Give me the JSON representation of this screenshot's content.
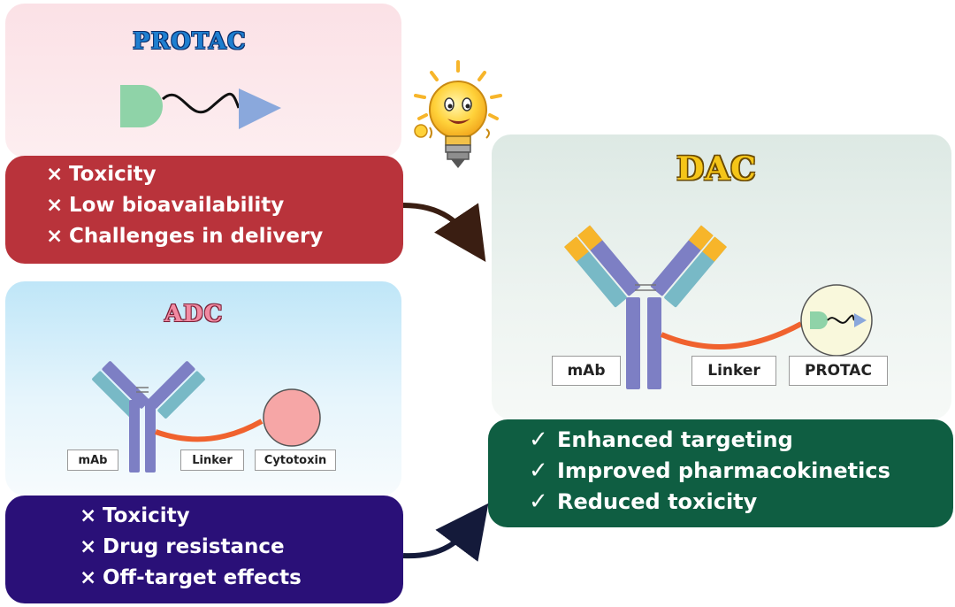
{
  "protac": {
    "title": "PROTAC",
    "cons": [
      {
        "mark": "×",
        "text": "Toxicity"
      },
      {
        "mark": "×",
        "text": "Low bioavailability"
      },
      {
        "mark": "×",
        "text": "Challenges in delivery"
      }
    ]
  },
  "adc": {
    "title": "ADC",
    "labels": {
      "mab": "mAb",
      "linker": "Linker",
      "payload": "Cytotoxin"
    },
    "cons": [
      {
        "mark": "×",
        "text": "Toxicity"
      },
      {
        "mark": "×",
        "text": "Drug resistance"
      },
      {
        "mark": "×",
        "text": "Off-target effects"
      }
    ]
  },
  "dac": {
    "title": "DAC",
    "labels": {
      "mab": "mAb",
      "linker": "Linker",
      "payload": "PROTAC"
    },
    "pros": [
      {
        "mark": "✓",
        "text": "Enhanced targeting"
      },
      {
        "mark": "✓",
        "text": "Improved pharmacokinetics"
      },
      {
        "mark": "✓",
        "text": "Reduced toxicity"
      }
    ]
  },
  "colors": {
    "protac_cons_bg": "#b9333b",
    "adc_cons_bg": "#2a1078",
    "dac_pros_bg": "#0f5e42",
    "linker": "#f0622e",
    "antibody_heavy": "#7d7fc4",
    "antibody_light": "#78b9c6",
    "antigen_tip": "#f7b52a",
    "cytotoxin": "#f6a6a6",
    "protac_ligand_green": "#8fd3a8",
    "protac_ligand_blue": "#8aa8dc"
  },
  "icons": [
    "lightbulb-mascot-icon",
    "arrow-protac-to-dac-icon",
    "arrow-adc-to-dac-icon"
  ]
}
